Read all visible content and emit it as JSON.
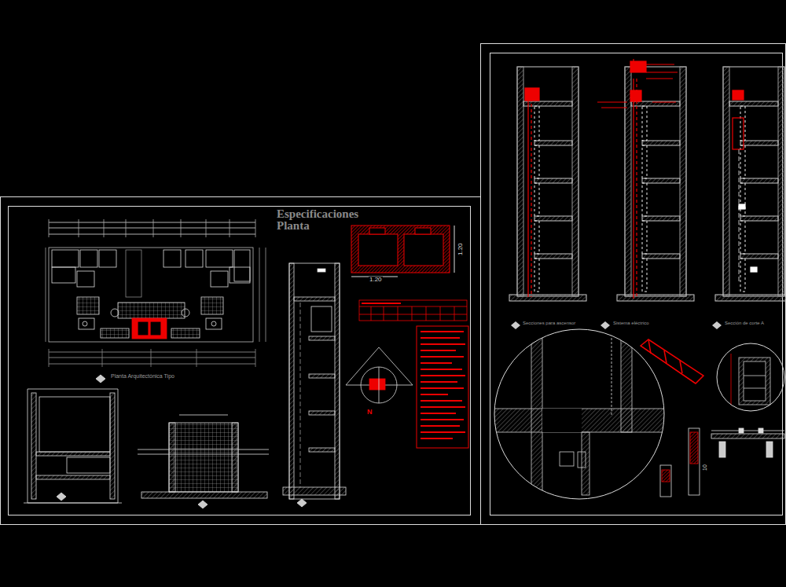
{
  "diagram": {
    "title": "Especificaciones Planta",
    "labels": [
      "1.20",
      "1.20",
      "Planta Arquitectónica Tipo",
      "N",
      "Secciones para ascensor",
      "Sistema eléctrico",
      "Sección de corte A",
      "10"
    ]
  }
}
